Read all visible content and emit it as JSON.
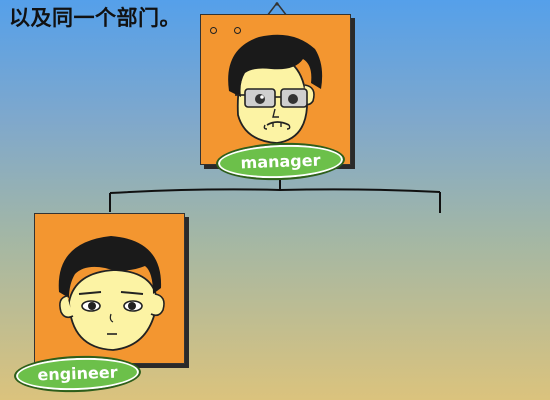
{
  "headline": "以及同一个部门。",
  "nodes": {
    "manager": {
      "label": "manager"
    },
    "engineer": {
      "label": "engineer"
    }
  },
  "colors": {
    "card_fill": "#f39630",
    "label_fill": "#6cc04a",
    "skin": "#fcf3a4",
    "hair": "#1a1a1a"
  }
}
